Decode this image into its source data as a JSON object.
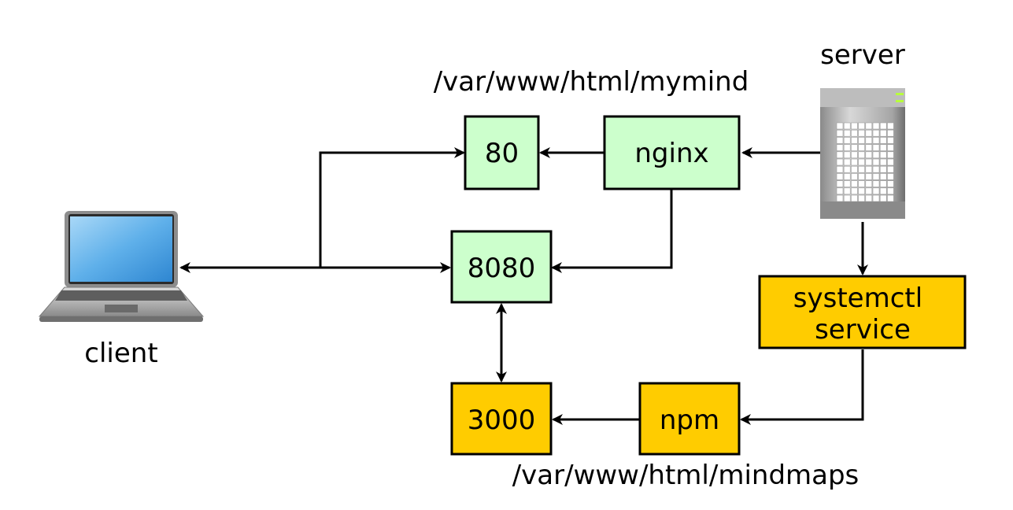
{
  "labels": {
    "server": "server",
    "client": "client",
    "html_mymind": "/var/www/html/mymind",
    "html_mindmaps": "/var/www/html/mindmaps"
  },
  "nodes": {
    "port80": "80",
    "nginx": "nginx",
    "port8080": "8080",
    "systemctl_line1": "systemctl",
    "systemctl_line2": "service",
    "port3000": "3000",
    "npm": "npm"
  },
  "colors": {
    "green_fill": "#ccffcc",
    "orange_fill": "#ffcc00",
    "stroke": "#000000"
  },
  "icons": {
    "client": "laptop-icon",
    "server": "server-tower-icon"
  }
}
